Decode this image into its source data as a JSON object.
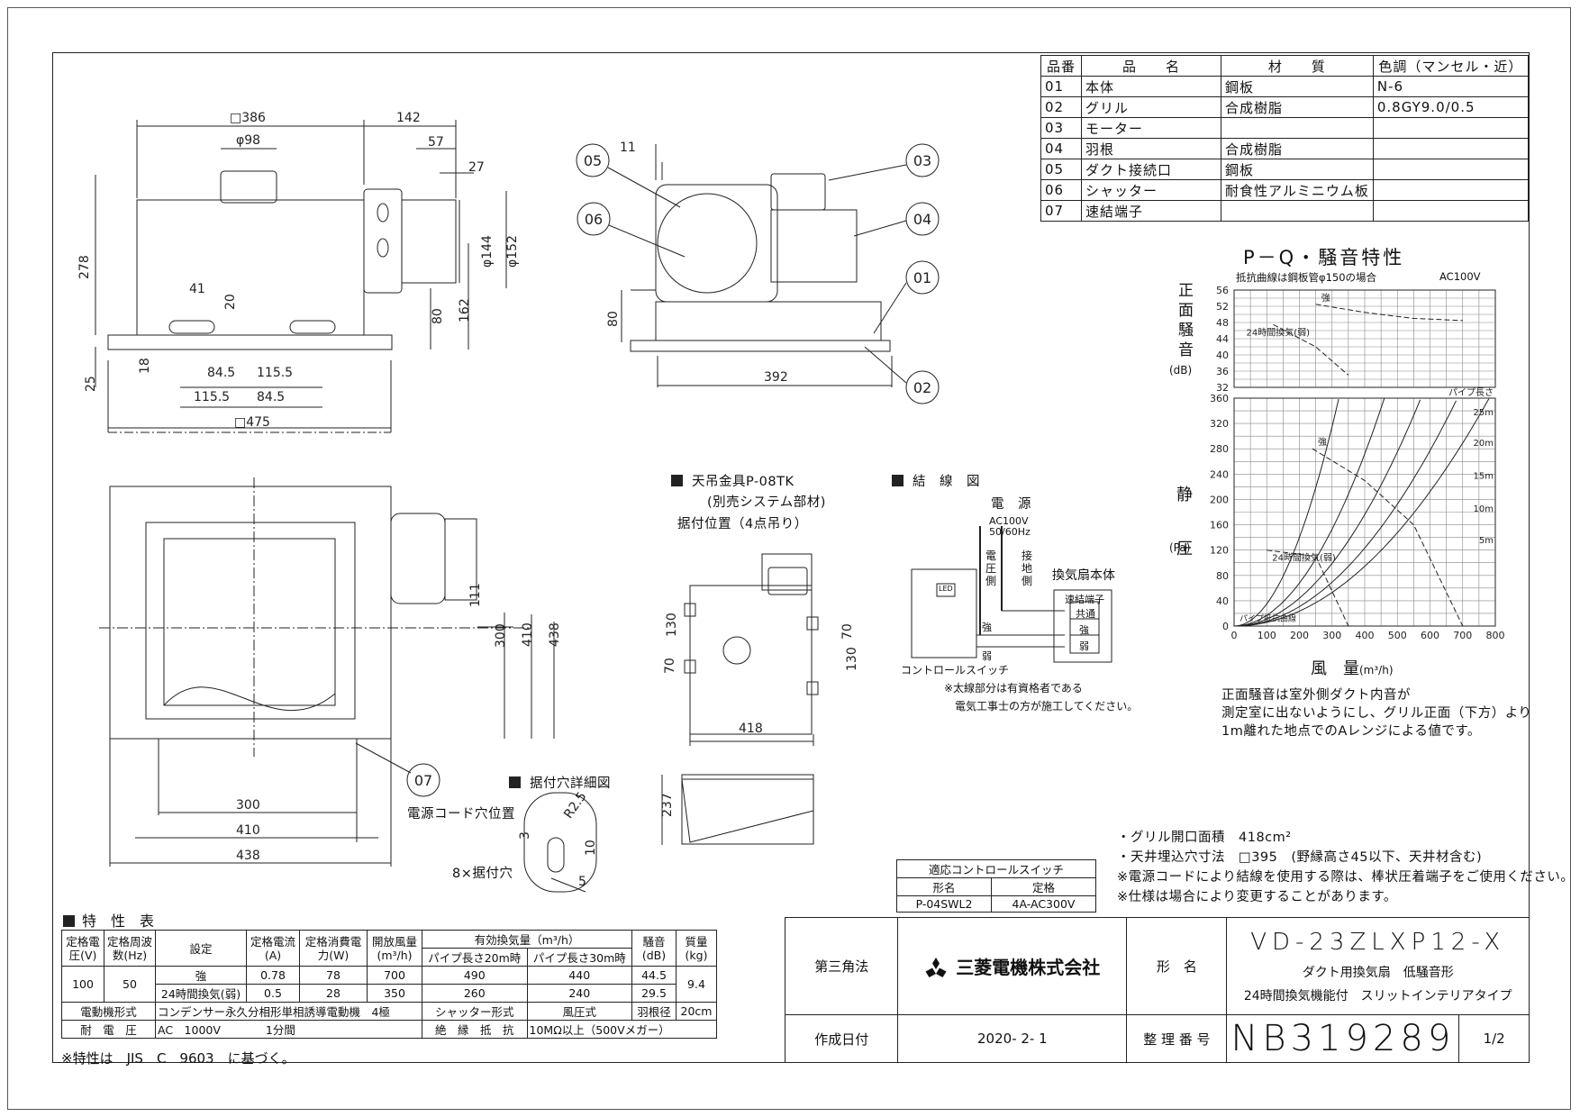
{
  "parts_table": {
    "headers": [
      "品番",
      "品　　名",
      "材　　質",
      "色調（マンセル・近）"
    ],
    "rows": [
      [
        "01",
        "本体",
        "鋼板",
        "N-6"
      ],
      [
        "02",
        "グリル",
        "合成樹脂",
        "0.8GY9.0/0.5"
      ],
      [
        "03",
        "モーター",
        "",
        ""
      ],
      [
        "04",
        "羽根",
        "合成樹脂",
        ""
      ],
      [
        "05",
        "ダクト接続口",
        "鋼板",
        ""
      ],
      [
        "06",
        "シャッター",
        "耐食性アルミニウム板",
        ""
      ],
      [
        "07",
        "速結端子",
        "",
        ""
      ]
    ]
  },
  "dimensions": {
    "front": [
      "□386",
      "142",
      "φ98",
      "57",
      "27",
      "278",
      "φ144",
      "φ152",
      "41",
      "20",
      "80",
      "162",
      "18",
      "25",
      "84.5",
      "115.5",
      "115.5",
      "84.5",
      "□475"
    ],
    "side": [
      "11",
      "80",
      "392"
    ],
    "bottom": [
      "111",
      "300",
      "410",
      "438",
      "300",
      "410",
      "438"
    ]
  },
  "callouts": [
    "05",
    "06",
    "03",
    "04",
    "01",
    "02",
    "07"
  ],
  "hanger": {
    "title": "天吊金具P-08TK",
    "subtitle": "(別売システム部材)",
    "position": "据付位置（4点吊り）",
    "dims": [
      "130",
      "70",
      "130",
      "70",
      "418",
      "237"
    ]
  },
  "wiring": {
    "title": "結　線　図",
    "power": "電　源",
    "power_spec_1": "AC100V",
    "power_spec_2": "50/60Hz",
    "voltage_side": "電圧側",
    "ground_side": "接地側",
    "fan_body": "換気扇本体",
    "terminal": "速結端子",
    "terminals": [
      "共通",
      "強",
      "弱"
    ],
    "switch_labels": [
      "強",
      "弱"
    ],
    "led": "LED",
    "control_switch": "コントロールスイッチ",
    "note_1": "※太線部分は有資格者である",
    "note_2": "電気工事士の方が施工してください。"
  },
  "mount_hole": {
    "title": "据付穴詳細図",
    "dims": [
      "R2.5",
      "3",
      "10",
      "5"
    ],
    "power_cord": "電源コード穴位置",
    "holes": "8×据付穴"
  },
  "chart_data": {
    "type": "line",
    "title": "P－Q・騒音特性",
    "condition": "抵抗曲線は鋼板管φ150の場合",
    "supply": "AC100V",
    "noise_axis": {
      "label": "正面騒音",
      "unit": "(dB)",
      "ylim": [
        32,
        56
      ],
      "ticks": [
        "56",
        "52",
        "48",
        "44",
        "40",
        "36",
        "32"
      ]
    },
    "pressure_axis": {
      "label": "静圧",
      "unit": "(Pa)",
      "ylim": [
        0,
        360
      ],
      "ticks": [
        "360",
        "320",
        "280",
        "240",
        "200",
        "160",
        "120",
        "80",
        "40",
        "0"
      ]
    },
    "x_axis": {
      "label": "風　量",
      "unit": "(m³/h)",
      "xlim": [
        0,
        800
      ],
      "ticks": [
        "0",
        "100",
        "200",
        "300",
        "400",
        "500",
        "600",
        "700",
        "800"
      ]
    },
    "pipe_length_label": "パイプ長さ",
    "pipe_curves": [
      "25m",
      "20m",
      "15m",
      "10m",
      "5m"
    ],
    "pipe_resistance_label": "パイプ抵抗曲線",
    "series": [
      {
        "name": "強",
        "noise": [
          [
            250,
            52.5
          ],
          [
            400,
            50.5
          ],
          [
            550,
            49
          ],
          [
            700,
            48.5
          ]
        ],
        "pressure": [
          [
            240,
            280
          ],
          [
            400,
            230
          ],
          [
            550,
            160
          ],
          [
            700,
            0
          ]
        ]
      },
      {
        "name": "24時間換気(弱)",
        "noise": [
          [
            120,
            47.5
          ],
          [
            250,
            42
          ],
          [
            350,
            35
          ]
        ],
        "pressure": [
          [
            100,
            120
          ],
          [
            250,
            110
          ],
          [
            350,
            0
          ]
        ]
      }
    ],
    "note_1": "正面騒音は室外側ダクト内音が",
    "note_2": "測定室に出ないようにし、グリル正面（下方）より",
    "note_3": "1m離れた地点でのAレンジによる値です。"
  },
  "notes": [
    "・グリル開口面積　418cm²",
    "・天井埋込穴寸法　□395　(野縁高さ45以下、天井材含む)",
    "※電源コードにより結線を使用する際は、棒状圧着端子をご使用ください。",
    "※仕様は場合により変更することがあります。"
  ],
  "control_switch_table": {
    "title": "適応コントロールスイッチ",
    "headers": [
      "形名",
      "定格"
    ],
    "row": [
      "P-04SWL2",
      "4A-AC300V"
    ]
  },
  "spec_table": {
    "title": "特　性　表",
    "headers": [
      "定格電圧(V)",
      "定格周波数(Hz)",
      "設定",
      "定格電流(A)",
      "定格消費電力(W)",
      "開放風量(m³/h)",
      "有効換気量（m³/h）",
      "騒音(dB)",
      "質量(kg)"
    ],
    "sub_headers": [
      "パイプ長さ20m時",
      "パイプ長さ30m時"
    ],
    "voltage": "100",
    "frequency": "50",
    "mass": "9.4",
    "rows": [
      {
        "mode": "強",
        "current": "0.78",
        "power": "78",
        "open_air": "700",
        "eff20": "490",
        "eff30": "440",
        "noise": "44.5"
      },
      {
        "mode": "24時間換気(弱)",
        "current": "0.5",
        "power": "28",
        "open_air": "350",
        "eff20": "260",
        "eff30": "240",
        "noise": "29.5"
      }
    ],
    "motor_label": "電動機形式",
    "motor_value": "コンデンサー永久分相形単相誘導電動機　4極",
    "shutter_label": "シャッター形式",
    "shutter_value": "風圧式",
    "blade_label": "羽根径",
    "blade_value": "20cm",
    "withstand_label": "耐　電　圧",
    "withstand_value": "AC　1000V　　　　1分間",
    "insulation_label": "絶　縁　抵　抗",
    "insulation_value": "10MΩ以上（500Vメガー）",
    "footnote": "※特性は　JIS　C　9603　に基づく。"
  },
  "title_block": {
    "projection": "第三角法",
    "company": "三菱電機株式会社",
    "model_label": "形　名",
    "model": "VD-23ZLXP12-X",
    "description_1": "ダクト用換気扇　低騒音形",
    "description_2": "24時間換気機能付　スリットインテリアタイプ",
    "date_label": "作成日付",
    "date": "2020- 2- 1",
    "number_label": "整 理 番 号",
    "number": "NB319289",
    "page": "1/2"
  }
}
